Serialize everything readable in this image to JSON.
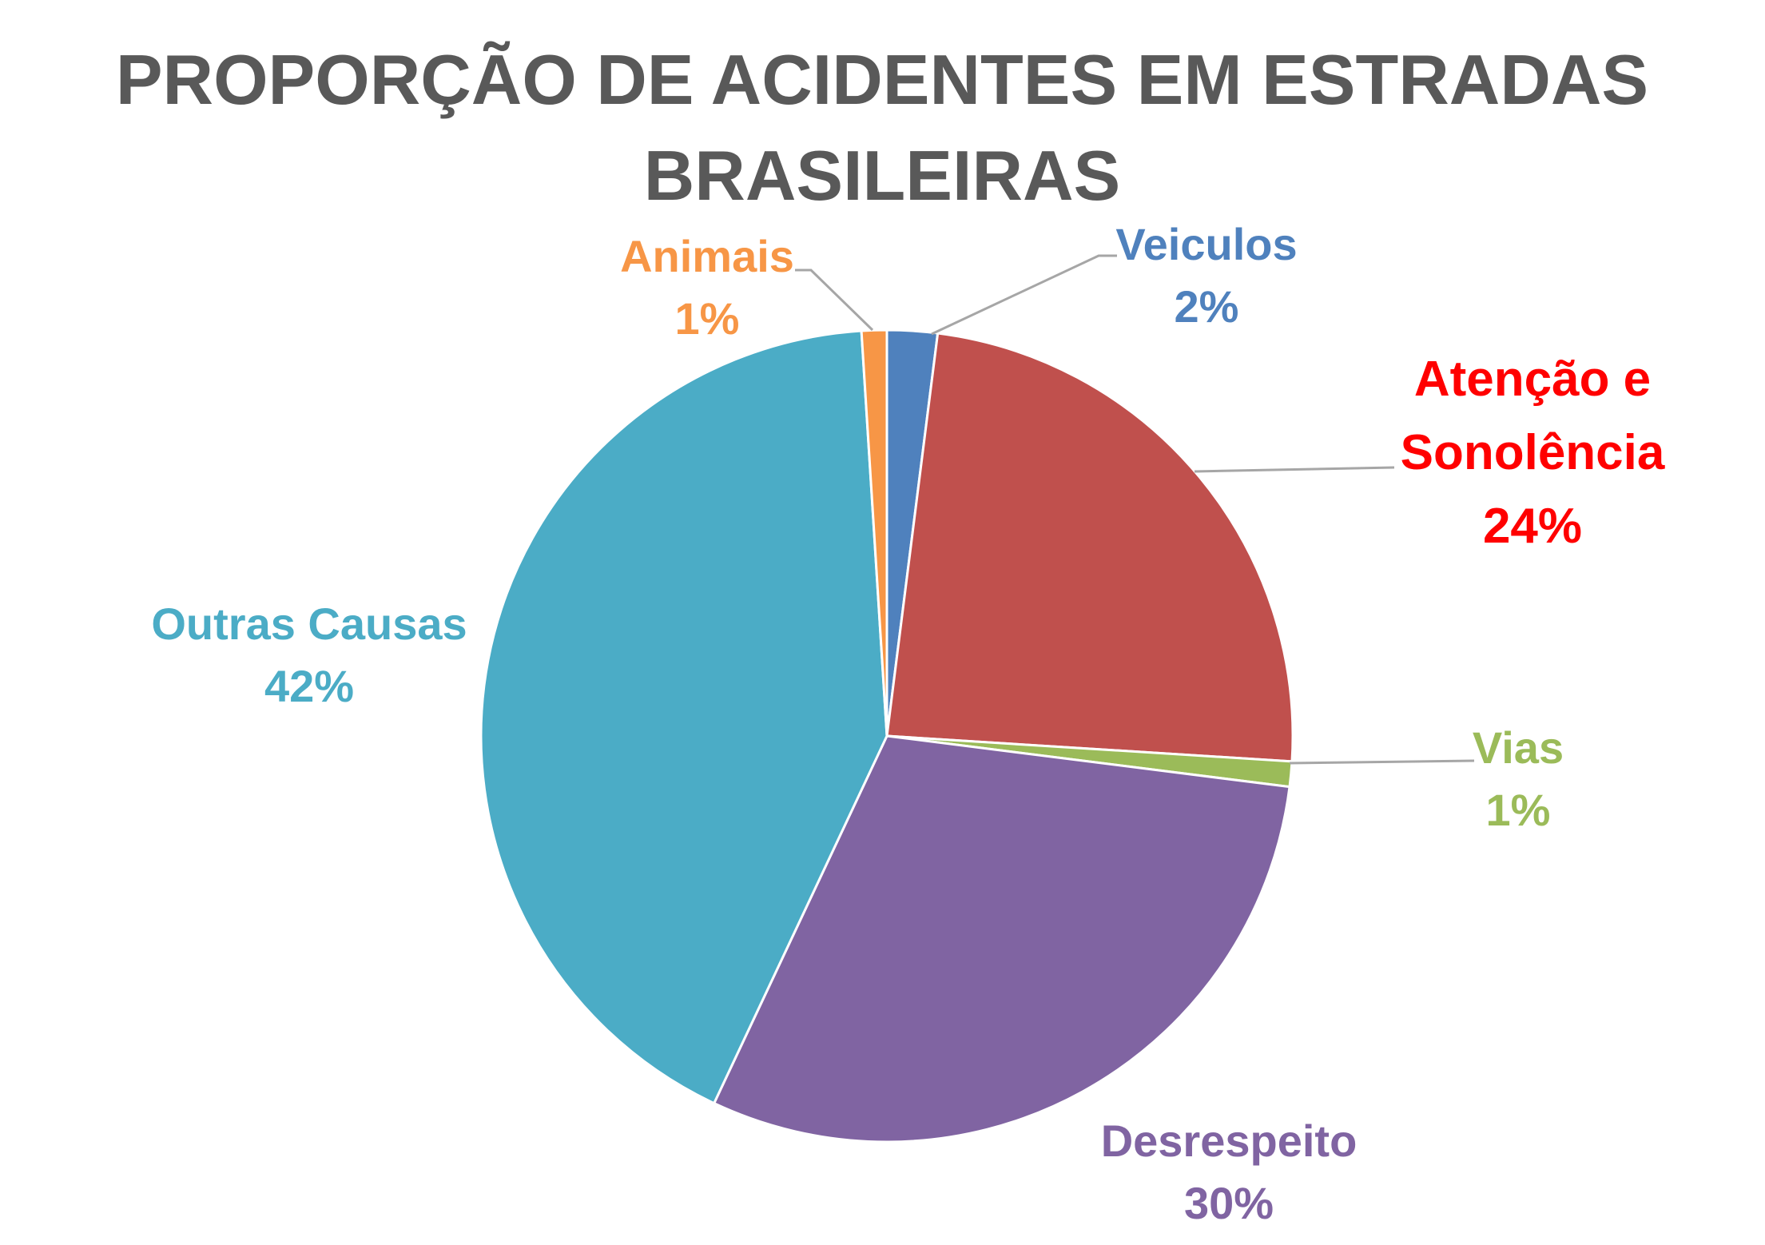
{
  "chart_data": {
    "type": "pie",
    "title": "PROPORÇÃO DE ACIDENTES EM ESTRADAS BRASILEIRAS",
    "title_lines": [
      "PROPORÇÃO DE ACIDENTES EM ESTRADAS",
      "BRASILEIRAS"
    ],
    "start_angle_deg": 0,
    "direction": "clockwise",
    "categories": [
      "Veiculos",
      "Atenção e Sonolência",
      "Vias",
      "Desrespeito",
      "Outras Causas",
      "Animais"
    ],
    "values": [
      2,
      24,
      1,
      30,
      42,
      1
    ],
    "value_labels": [
      "2%",
      "24%",
      "1%",
      "30%",
      "42%",
      "1%"
    ],
    "slice_colors": [
      "#4f81bd",
      "#c0504d",
      "#9bbb59",
      "#8064a2",
      "#4bacc6",
      "#f79646"
    ],
    "label_colors": [
      "#4f81bd",
      "#ff0000",
      "#9bbb59",
      "#8064a2",
      "#4bacc6",
      "#f79646"
    ],
    "label_lines": [
      [
        "Veiculos"
      ],
      [
        "Atenção e",
        "Sonolência"
      ],
      [
        "Vias"
      ],
      [
        "Desrespeito"
      ],
      [
        "Outras Causas"
      ],
      [
        "Animais"
      ]
    ],
    "legend": "none"
  }
}
